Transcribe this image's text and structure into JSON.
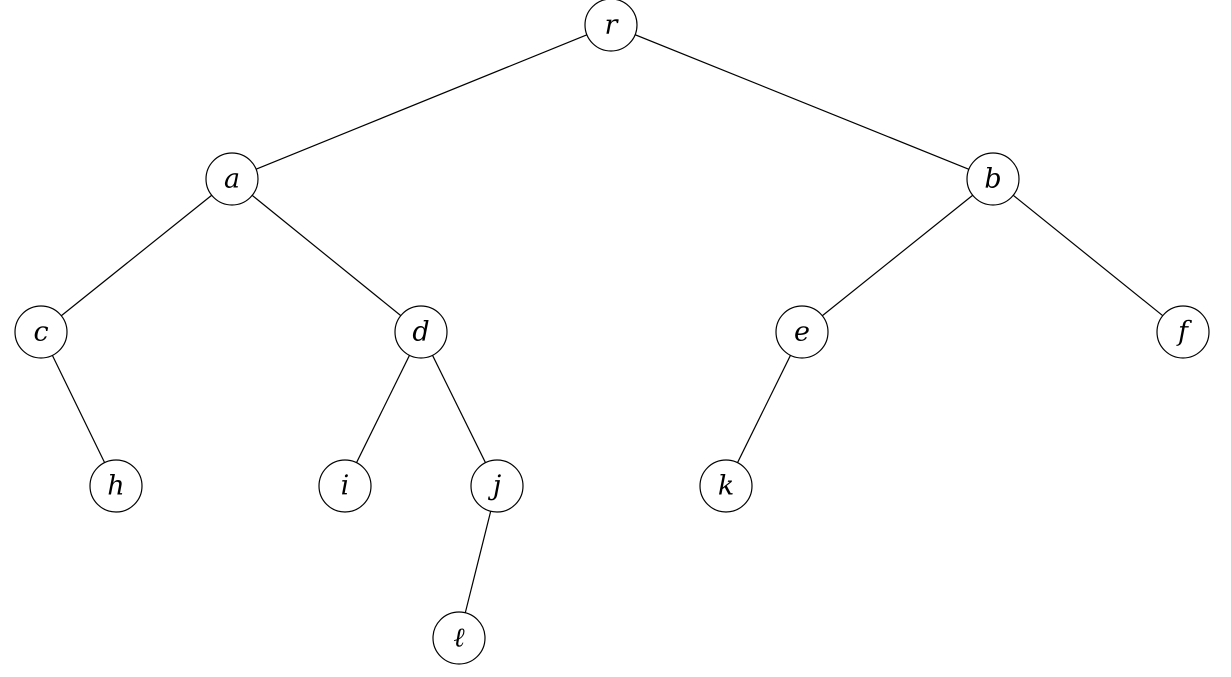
{
  "tree": {
    "nodes": [
      {
        "id": "r",
        "label": "r"
      },
      {
        "id": "a",
        "label": "a"
      },
      {
        "id": "b",
        "label": "b"
      },
      {
        "id": "c",
        "label": "c"
      },
      {
        "id": "d",
        "label": "d"
      },
      {
        "id": "e",
        "label": "e"
      },
      {
        "id": "f",
        "label": "f"
      },
      {
        "id": "h",
        "label": "h"
      },
      {
        "id": "i",
        "label": "i"
      },
      {
        "id": "j",
        "label": "j"
      },
      {
        "id": "k",
        "label": "k"
      },
      {
        "id": "l",
        "label": "ℓ"
      }
    ],
    "edges": [
      [
        "r",
        "a"
      ],
      [
        "r",
        "b"
      ],
      [
        "a",
        "c"
      ],
      [
        "a",
        "d"
      ],
      [
        "b",
        "e"
      ],
      [
        "b",
        "f"
      ],
      [
        "c",
        "h"
      ],
      [
        "d",
        "i"
      ],
      [
        "d",
        "j"
      ],
      [
        "e",
        "k"
      ],
      [
        "j",
        "l"
      ]
    ]
  }
}
